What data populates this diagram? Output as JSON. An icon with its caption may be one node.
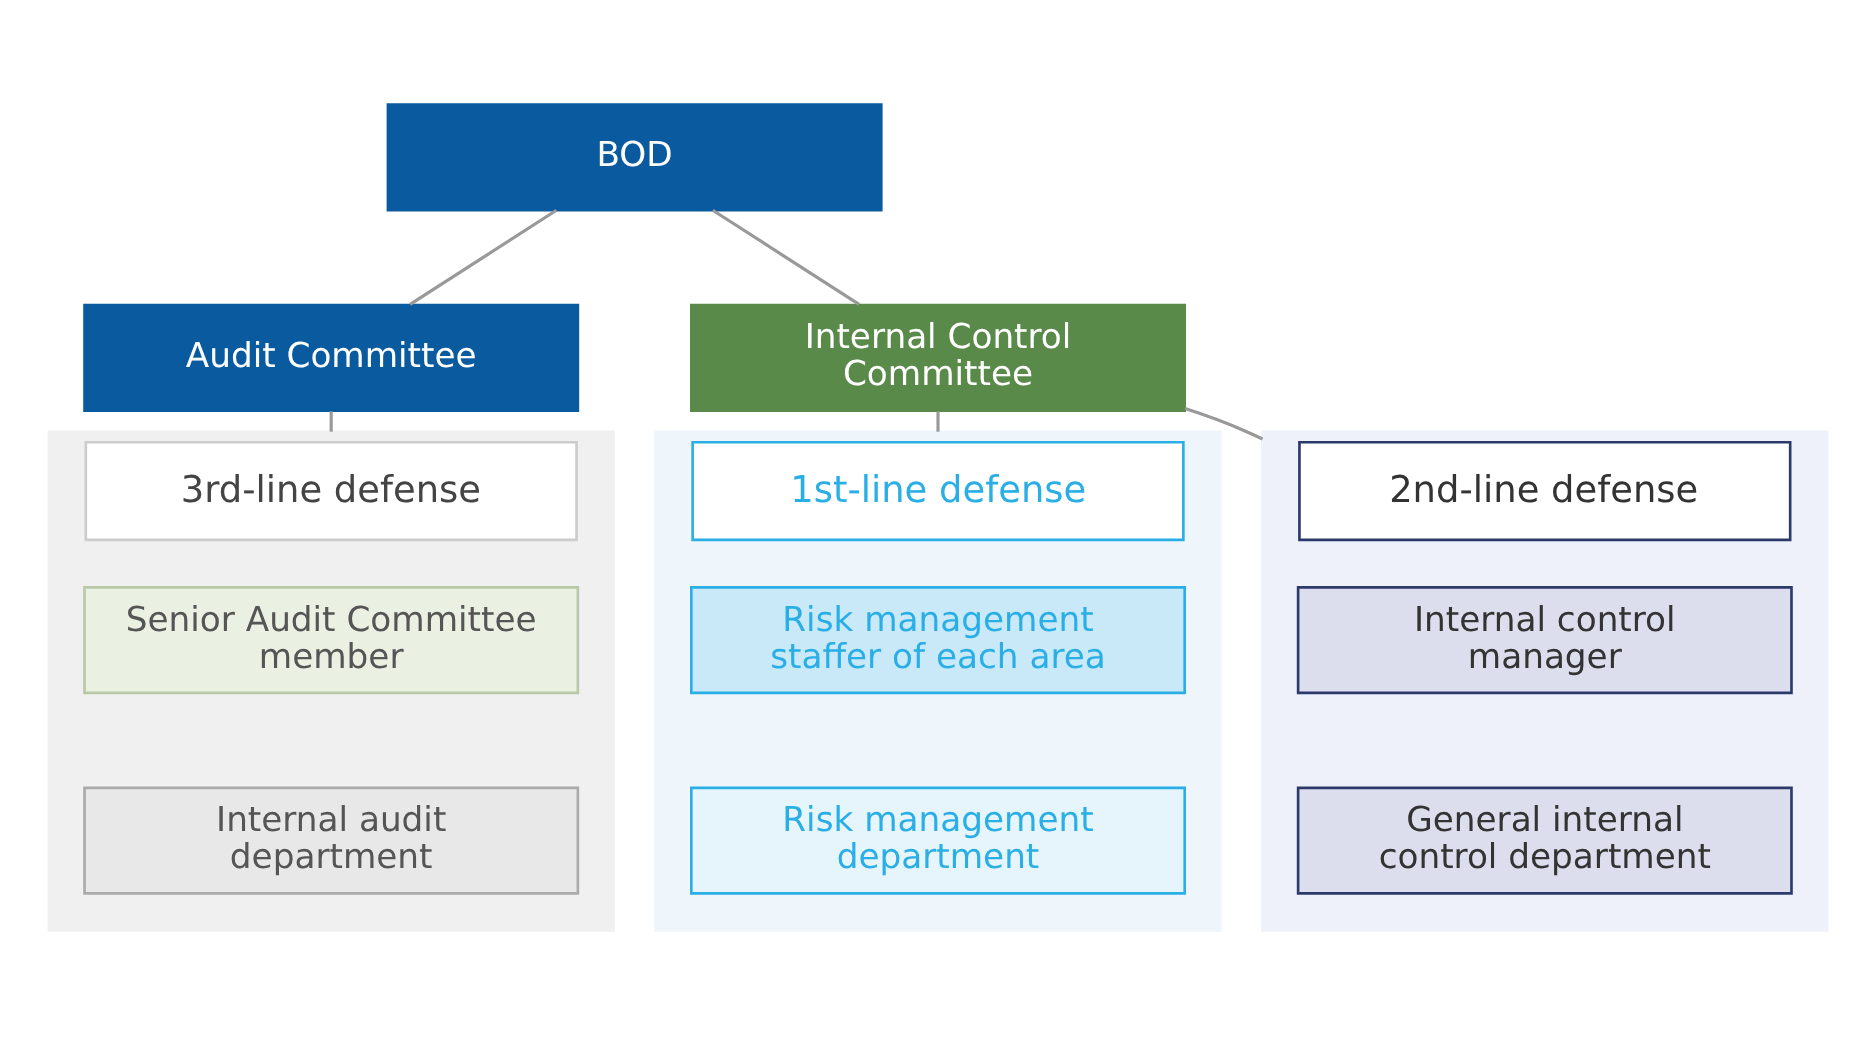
{
  "diagram": {
    "nodes": [
      {
        "text": [
          "BOD"
        ]
      },
      {
        "text": [
          "Audit Committee"
        ]
      },
      {
        "text": [
          "Internal Control Committee"
        ]
      },
      {
        "text": [
          "1st-line defense"
        ]
      },
      {
        "text": [
          "Risk management staffer of each area"
        ],
        "in": 3
      },
      {
        "text": [
          "Risk management department"
        ],
        "in": 3
      },
      {
        "text": [
          "2nd-line defense"
        ]
      },
      {
        "text": [
          "Internal control manager"
        ],
        "in": 6
      },
      {
        "text": [
          "General internal control department"
        ],
        "in": 6
      },
      {
        "text": [
          "3rd-line defense"
        ]
      },
      {
        "text": [
          "Senior Audit Committee member"
        ],
        "in": 9
      },
      {
        "text": [
          "Internal audit department"
        ],
        "in": 9
      }
    ],
    "edges": [
      {
        "from": 0,
        "to": 2,
        "arrow": "none"
      },
      {
        "from": 0,
        "to": 1,
        "arrow": "none"
      },
      {
        "from": 1,
        "to": 9,
        "arrow": "none"
      },
      {
        "from": 2,
        "to": 3,
        "arrow": "none"
      },
      {
        "from": 2,
        "to": 6,
        "arrow": "none"
      }
    ]
  }
}
